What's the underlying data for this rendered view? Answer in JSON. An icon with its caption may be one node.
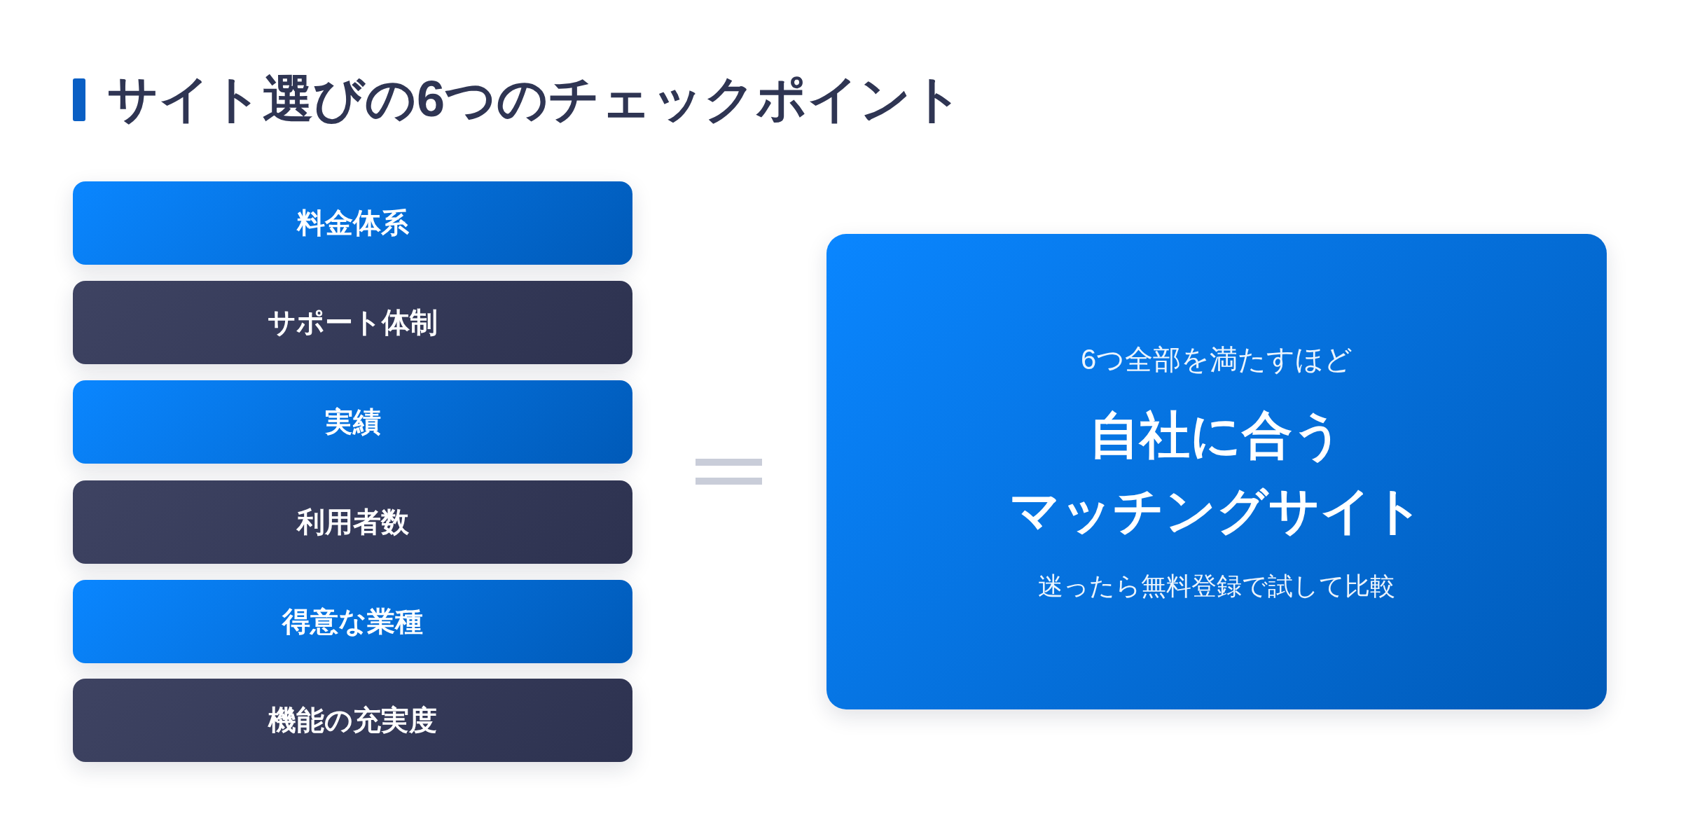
{
  "diagram": {
    "title": "サイト選びの6つのチェックポイント",
    "nodes": [
      {
        "text": [
          "料金体系"
        ]
      },
      {
        "text": [
          "サポート体制"
        ]
      },
      {
        "text": [
          "実績"
        ]
      },
      {
        "text": [
          "利用者数"
        ]
      },
      {
        "text": [
          "得意な業種"
        ]
      },
      {
        "text": [
          "機能の充実度"
        ]
      },
      {
        "text": [
          "6つ全部を満たすほど",
          "自社に合うマッチングサイト",
          "迷ったら無料登録で試して比較"
        ]
      }
    ]
  }
}
